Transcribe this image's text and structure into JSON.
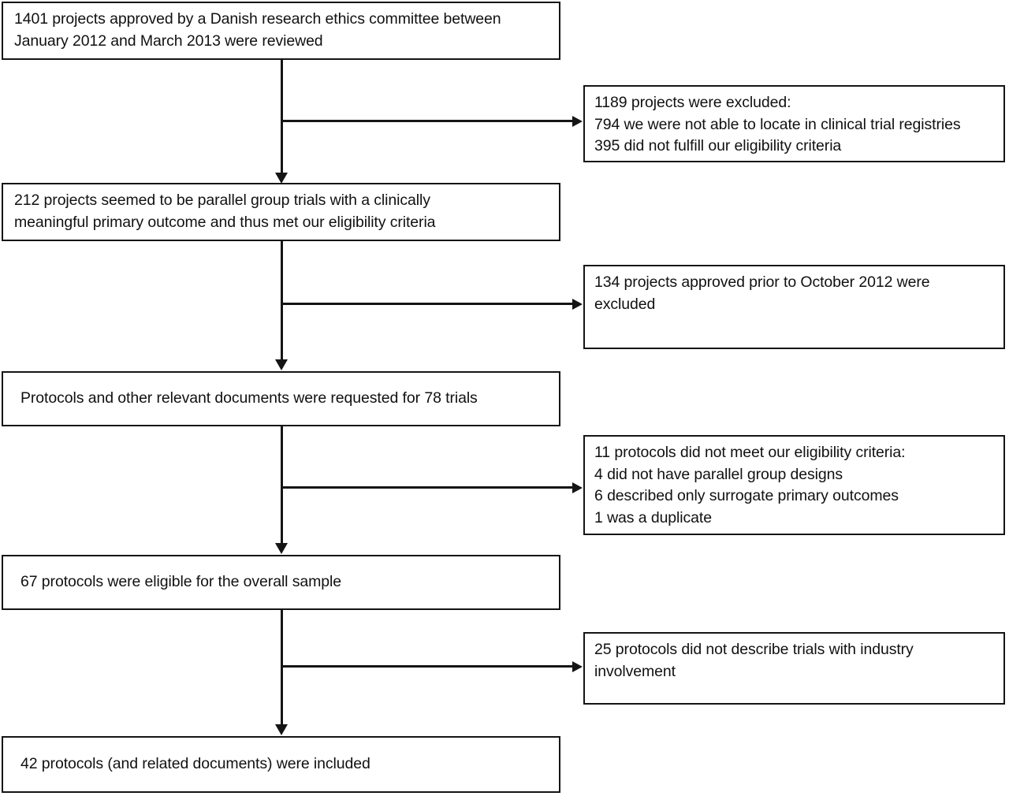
{
  "diagram": {
    "title": "Study flow diagram",
    "type": "flowchart",
    "line_color": "#151515",
    "box_fill": "#ffffff",
    "text_color": "#111111"
  },
  "main_nodes": [
    {
      "id": "reviewed",
      "text": "1401 projects approved by a Danish research ethics committee between\nJanuary 2012 and March 2013 were reviewed",
      "count": 1401
    },
    {
      "id": "eligible-projects",
      "text": "212 projects seemed to be parallel group trials with a clinically\nmeaningful primary outcome and thus met our eligibility criteria",
      "count": 212
    },
    {
      "id": "documents-requested",
      "text": "Protocols and other relevant documents were requested for 78 trials",
      "count": 78
    },
    {
      "id": "overall-sample",
      "text": "67 protocols were eligible for the overall sample",
      "count": 67
    },
    {
      "id": "included",
      "text": "42 protocols (and related documents) were included",
      "count": 42
    }
  ],
  "exclusion_nodes": [
    {
      "id": "excluded-1189",
      "text": "1189 projects were excluded:\n794 we were not able to locate in clinical trial registries\n395 did not fulfill our eligibility criteria",
      "count": 1189
    },
    {
      "id": "excluded-134",
      "text": "134 projects approved prior to October 2012 were\nexcluded",
      "count": 134
    },
    {
      "id": "excluded-11",
      "text": "11 protocols did not meet our eligibility criteria:\n4 did not have parallel group designs\n6 described only surrogate primary outcomes\n1 was a duplicate",
      "count": 11
    },
    {
      "id": "excluded-25",
      "text": "25 protocols did not describe trials with industry\ninvolvement",
      "count": 25
    }
  ]
}
